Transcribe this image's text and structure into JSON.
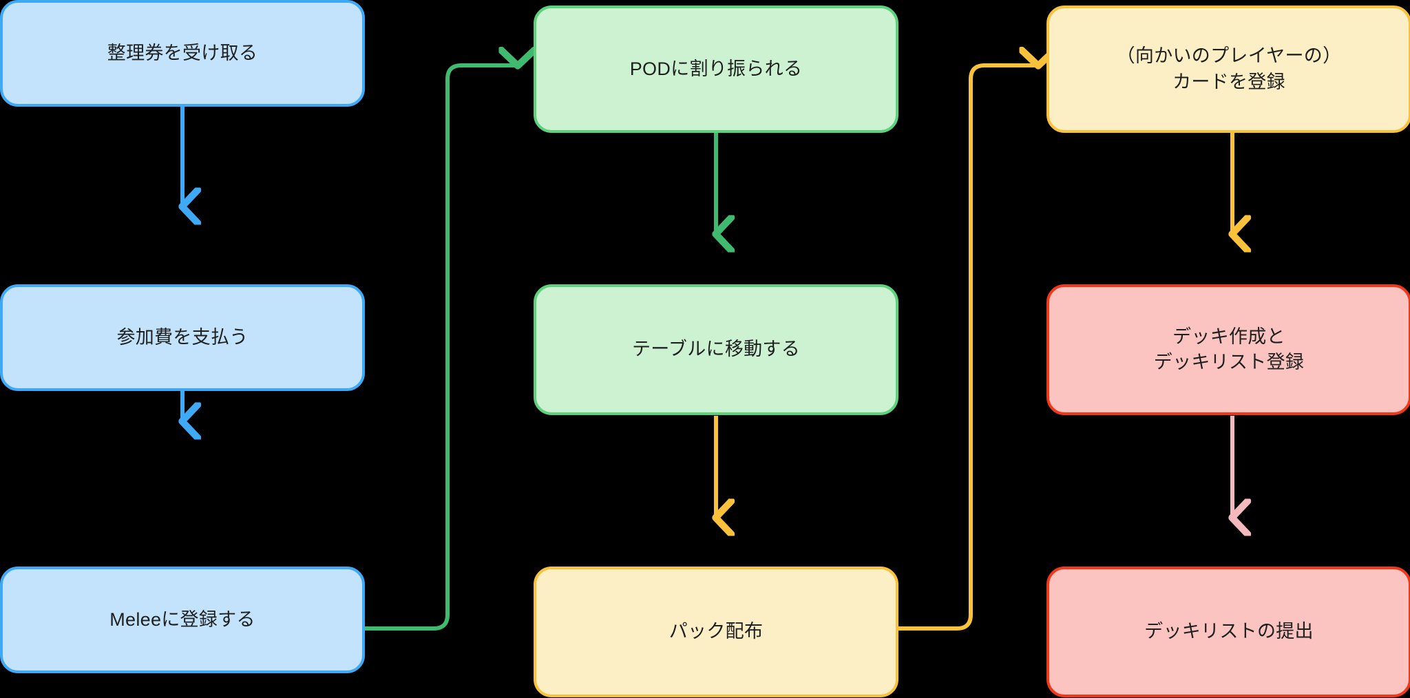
{
  "diagram": {
    "title": "tournament-flow",
    "background": "#000000",
    "columns": [
      {
        "name": "registration",
        "accent": "#3fa9f5",
        "fill": "#c3e3fc",
        "nodes": [
          {
            "id": "n1",
            "label": "整理券を受け取る",
            "style": "blue"
          },
          {
            "id": "n2",
            "label": "参加費を支払う",
            "style": "blue"
          },
          {
            "id": "n3",
            "label": "Meleeに登録する",
            "style": "blue"
          }
        ]
      },
      {
        "name": "seating",
        "accent": "#5ed17c",
        "fill": "#ccf2d2",
        "nodes": [
          {
            "id": "n4",
            "label": "PODに割り振られる",
            "style": "green"
          },
          {
            "id": "n5",
            "label": "テーブルに移動する",
            "style": "green"
          },
          {
            "id": "n6",
            "label": "パック配布",
            "style": "yellow"
          }
        ]
      },
      {
        "name": "deckbuilding",
        "accent": "#f9c13c",
        "fill": "#fceec5",
        "nodes": [
          {
            "id": "n7",
            "label_line1": "（向かいのプレイヤーの）",
            "label_line2": "カードを登録",
            "style": "yellow"
          },
          {
            "id": "n8",
            "label_line1": "デッキ作成と",
            "label_line2": "デッキリスト登録",
            "style": "red"
          },
          {
            "id": "n9",
            "label": "デッキリストの提出",
            "style": "red"
          }
        ]
      }
    ],
    "edges": [
      {
        "from": "n1",
        "to": "n2",
        "color": "#3fa9f5",
        "kind": "vertical-arrow"
      },
      {
        "from": "n2",
        "to": "n3",
        "color": "#3fa9f5",
        "kind": "vertical-arrow"
      },
      {
        "from": "n3",
        "to": "n4",
        "color": "#3fba6e",
        "kind": "elbow-arrow"
      },
      {
        "from": "n4",
        "to": "n5",
        "color": "#3fba6e",
        "kind": "vertical-arrow"
      },
      {
        "from": "n5",
        "to": "n6",
        "color": "#f9c13c",
        "kind": "vertical-arrow"
      },
      {
        "from": "n6",
        "to": "n7",
        "color": "#f9c13c",
        "kind": "elbow-arrow"
      },
      {
        "from": "n7",
        "to": "n8",
        "color": "#f9c13c",
        "kind": "vertical-arrow"
      },
      {
        "from": "n8",
        "to": "n9",
        "color": "#f3b9bc",
        "kind": "vertical-arrow"
      }
    ]
  }
}
